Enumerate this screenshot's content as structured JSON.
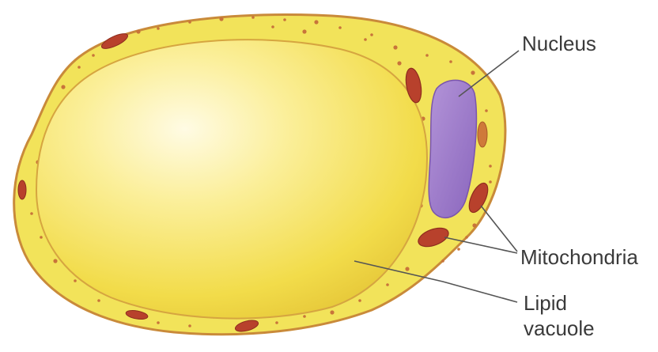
{
  "labels": {
    "nucleus": "Nucleus",
    "mitochondria": "Mitochondria",
    "lipid_line1": "Lipid",
    "lipid_line2": "vacuole"
  },
  "colors": {
    "cytoplasm": "#f2e35a",
    "cell_border": "#c98a3a",
    "vacuole_center": "#fff6c8",
    "vacuole_edge": "#efd23a",
    "nucleus": "#9b78c9",
    "mitochondria": "#b8412c",
    "leader_line": "#555555"
  }
}
